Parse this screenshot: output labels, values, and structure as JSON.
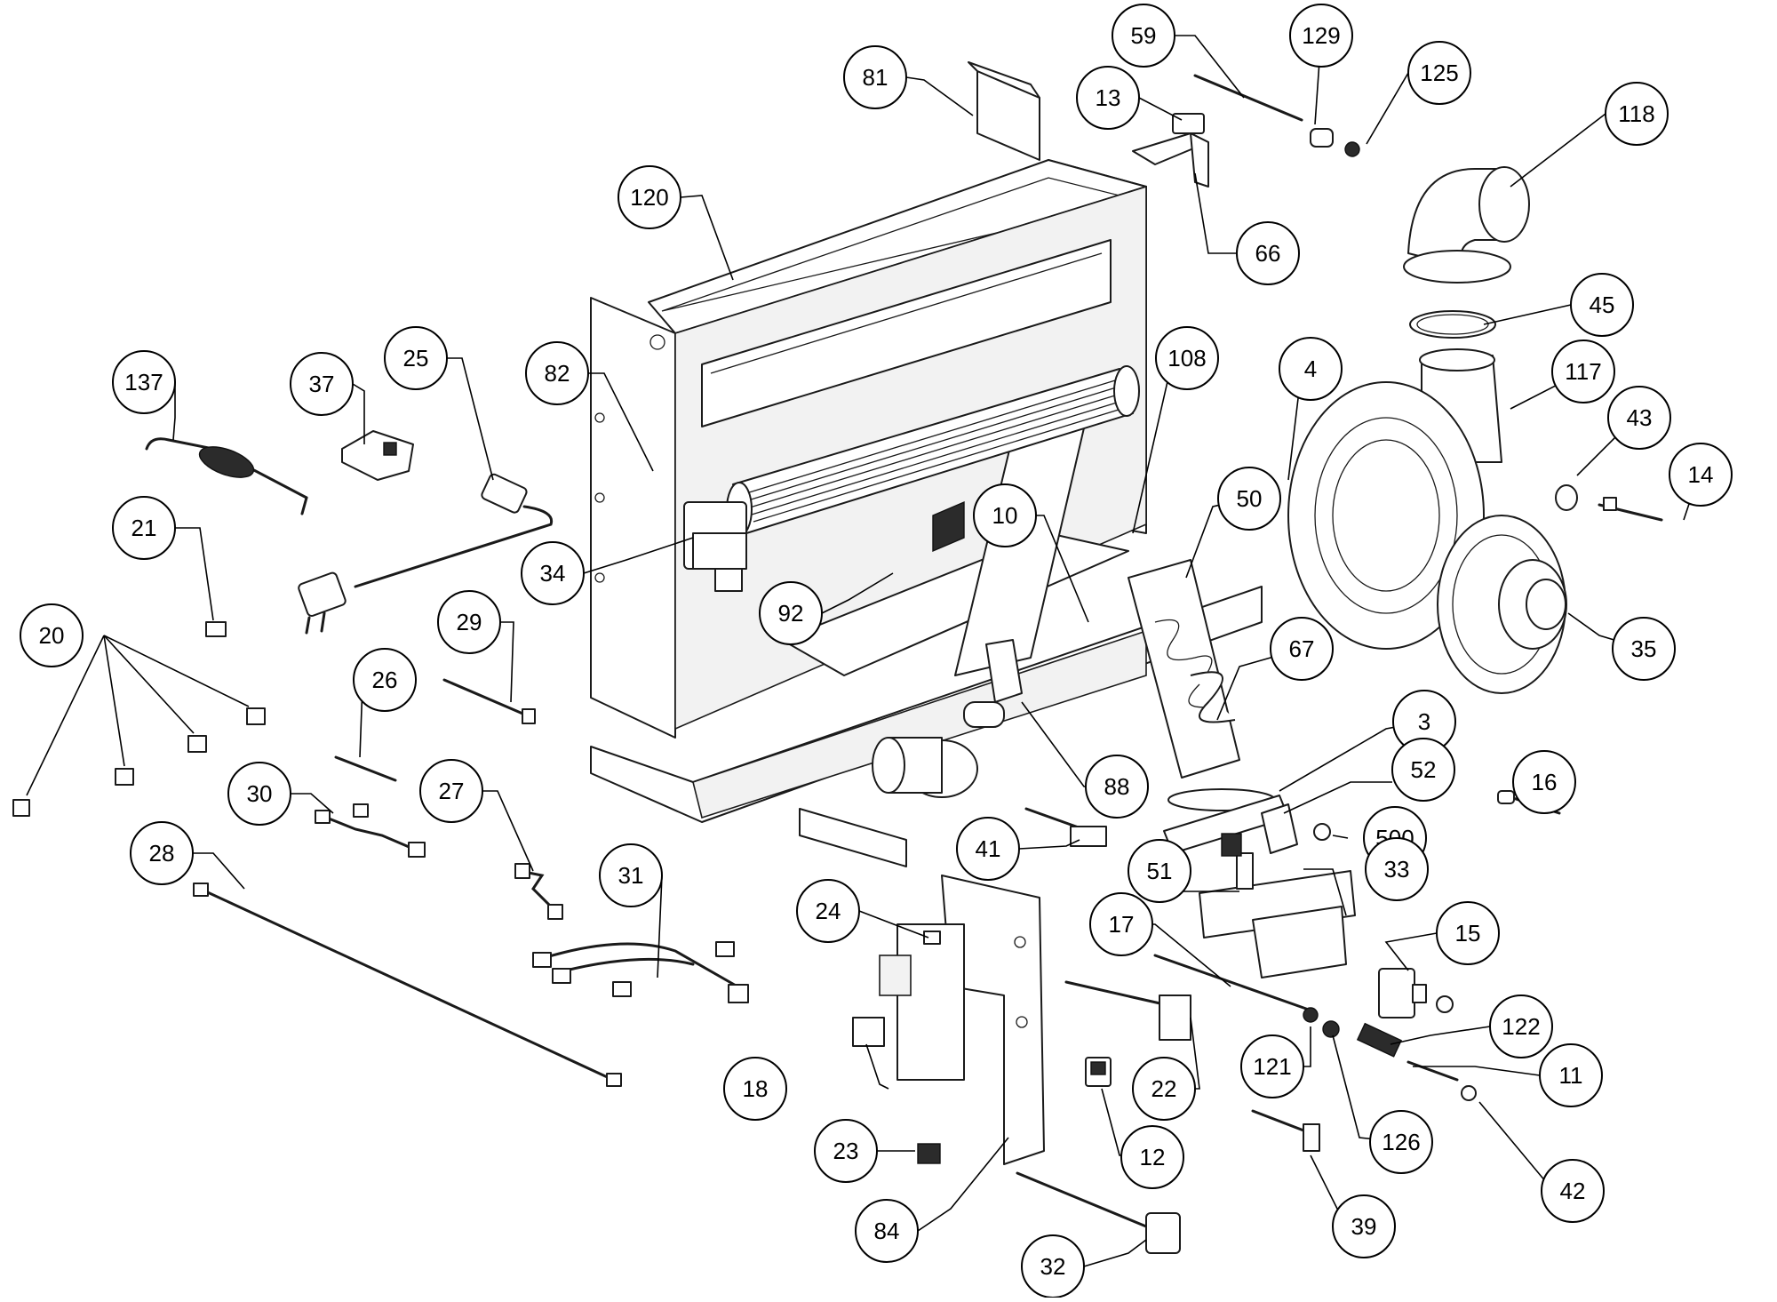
{
  "callouts": [
    {
      "label": "81"
    },
    {
      "label": "59"
    },
    {
      "label": "129"
    },
    {
      "label": "125"
    },
    {
      "label": "13"
    },
    {
      "label": "118"
    },
    {
      "label": "120"
    },
    {
      "label": "66"
    },
    {
      "label": "45"
    },
    {
      "label": "137"
    },
    {
      "label": "37"
    },
    {
      "label": "25"
    },
    {
      "label": "82"
    },
    {
      "label": "108"
    },
    {
      "label": "4"
    },
    {
      "label": "117"
    },
    {
      "label": "43"
    },
    {
      "label": "14"
    },
    {
      "label": "21"
    },
    {
      "label": "10"
    },
    {
      "label": "50"
    },
    {
      "label": "34"
    },
    {
      "label": "92"
    },
    {
      "label": "29"
    },
    {
      "label": "35"
    },
    {
      "label": "20"
    },
    {
      "label": "26"
    },
    {
      "label": "67"
    },
    {
      "label": "3"
    },
    {
      "label": "52"
    },
    {
      "label": "16"
    },
    {
      "label": "30"
    },
    {
      "label": "27"
    },
    {
      "label": "88"
    },
    {
      "label": "500"
    },
    {
      "label": "28"
    },
    {
      "label": "31"
    },
    {
      "label": "41"
    },
    {
      "label": "51"
    },
    {
      "label": "33"
    },
    {
      "label": "24"
    },
    {
      "label": "17"
    },
    {
      "label": "15"
    },
    {
      "label": "122"
    },
    {
      "label": "121"
    },
    {
      "label": "18"
    },
    {
      "label": "22"
    },
    {
      "label": "11"
    },
    {
      "label": "126"
    },
    {
      "label": "23"
    },
    {
      "label": "12"
    },
    {
      "label": "42"
    },
    {
      "label": "84"
    },
    {
      "label": "39"
    },
    {
      "label": "32"
    }
  ]
}
